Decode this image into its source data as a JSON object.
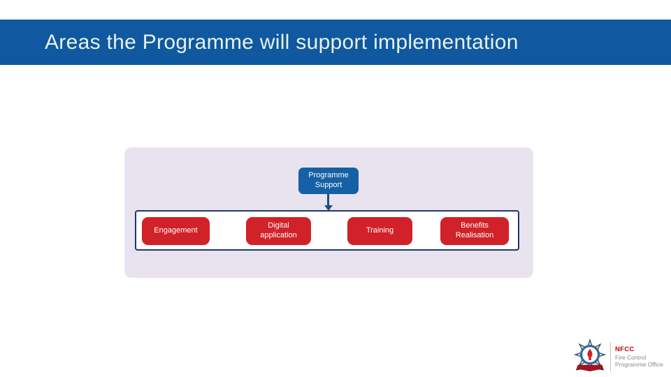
{
  "header": {
    "title": "Areas the Programme will support implementation"
  },
  "diagram": {
    "root_label": "Programme Support",
    "children": [
      {
        "label": "Engagement"
      },
      {
        "label": "Digital application"
      },
      {
        "label": "Training"
      },
      {
        "label": "Benefits Realisation"
      }
    ]
  },
  "footer_logo": {
    "org_abbr": "NFCC",
    "org_line1": "Fire Control",
    "org_line2": "Programme Office"
  },
  "icons": {
    "badge": "fire-service-badge-icon",
    "connector": "down-arrow-connector"
  },
  "colors": {
    "header_blue": "#10589F",
    "title_text": "#E6F2EC",
    "node_blue": "#1660A5",
    "node_red": "#D12129",
    "band_border_navy": "#1F3864",
    "panel_lavender": "#E9E3F0",
    "arrow_navy": "#1F4E79",
    "logo_red": "#C00000",
    "logo_grey": "#8A8A8A"
  }
}
